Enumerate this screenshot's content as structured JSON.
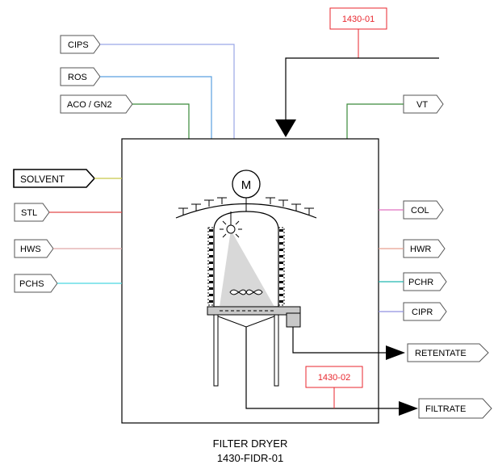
{
  "instruments": {
    "top": "1430-01",
    "bottom": "1430-02"
  },
  "left_tags": {
    "cips": "CIPS",
    "ros": "ROS",
    "aco_gn2": "ACO / GN2",
    "solvent": "SOLVENT",
    "stl": "STL",
    "hws": "HWS",
    "pchs": "PCHS"
  },
  "right_tags": {
    "vt": "VT",
    "col": "COL",
    "hwr": "HWR",
    "pchr": "PCHR",
    "cipr": "CIPR",
    "retentate": "RETENTATE",
    "filtrate": "FILTRATE"
  },
  "motor": "M",
  "caption": {
    "line1": "FILTER DRYER",
    "line2": "1430-FIDR-01"
  },
  "colors": {
    "cips_line": "#9aa6e6",
    "ros_line": "#5aa0e0",
    "aco_line": "#3a8a3a",
    "vt_line": "#3a8a3a",
    "solvent_line": "#c8c84a",
    "stl_line": "#e24a4a",
    "hws_line": "#e0a8a8",
    "pchs_line": "#4ad8e0",
    "col_line": "#e070c0",
    "hwr_line": "#e8a090",
    "pchr_line": "#20b8b0",
    "cipr_line": "#9090e0",
    "instrument_red": "#e8262d"
  }
}
